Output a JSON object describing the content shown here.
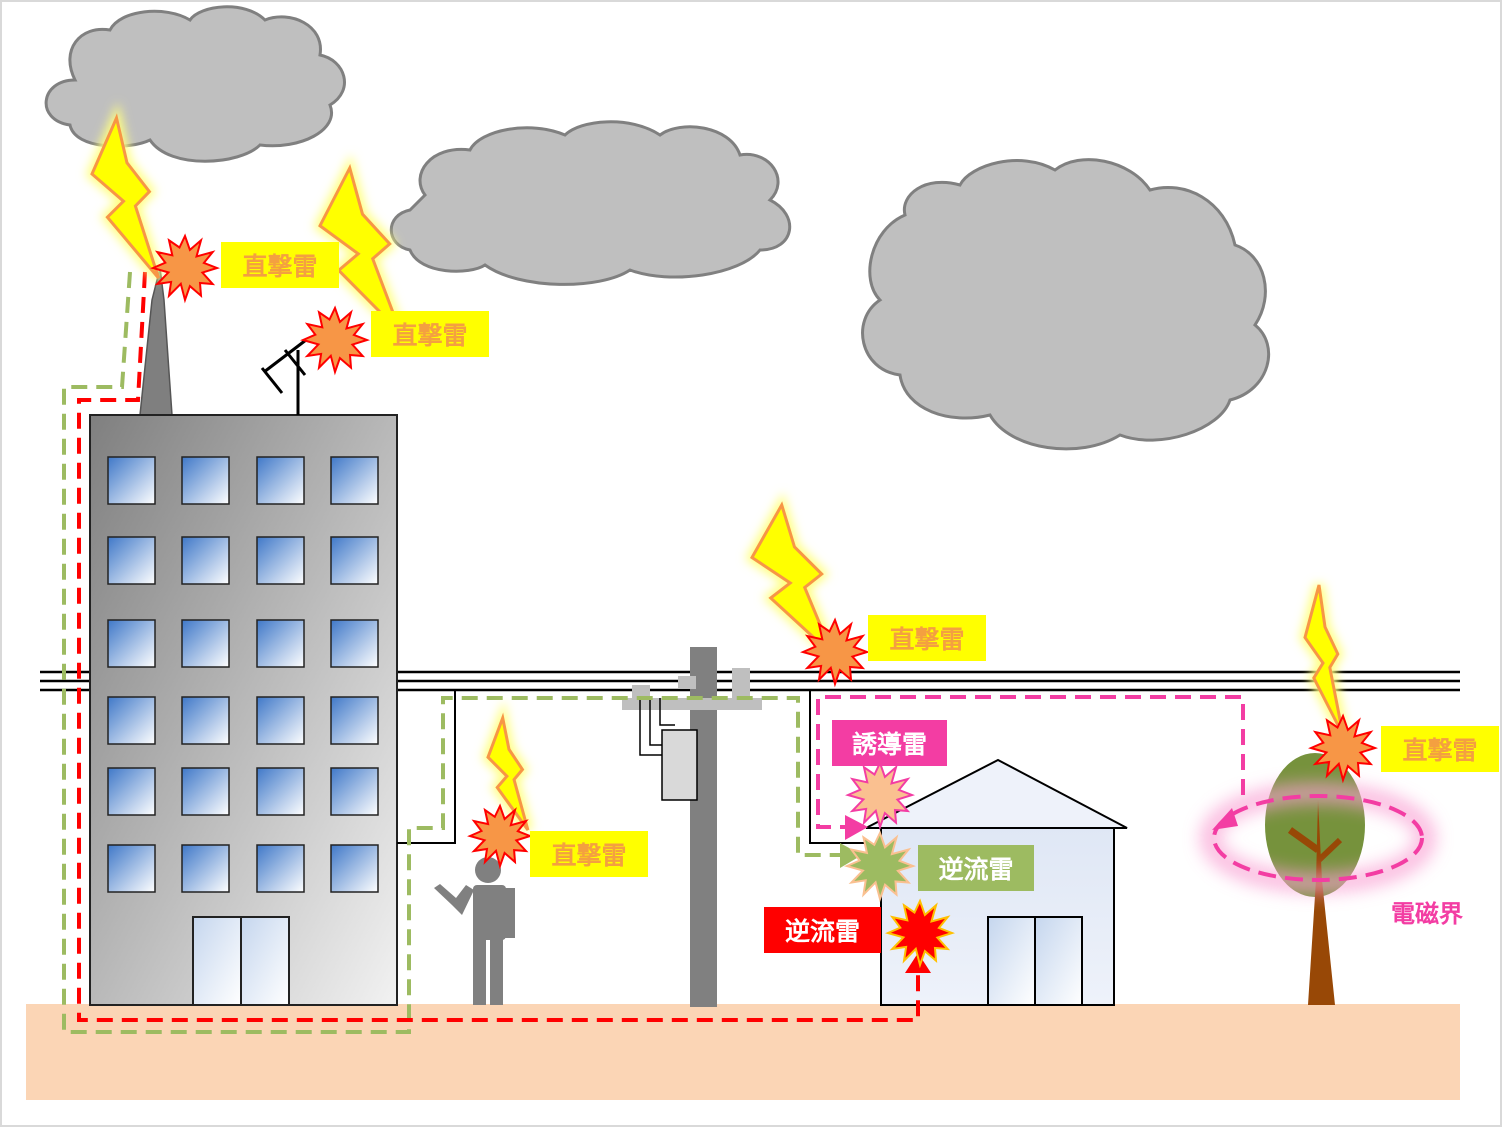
{
  "colors": {
    "cloud": "#bfbfbf",
    "ground": "#fbd5b5",
    "bolt": "#ffff00",
    "burst": "#f79646",
    "direct_label_bg": "#ffff00",
    "direct_label_text": "#f4a040",
    "induced": "#f33da3",
    "backflow_green": "#9dbb61",
    "backflow_red": "#ff0000"
  },
  "labels": {
    "direct_building": "直撃雷",
    "direct_antenna": "直撃雷",
    "direct_wire": "直撃雷",
    "direct_person": "直撃雷",
    "direct_tree": "直撃雷",
    "induced": "誘導雷",
    "backflow_green": "逆流雷",
    "backflow_red": "逆流雷",
    "em_field": "電磁界"
  },
  "icons": [
    "cloud-icon",
    "lightning-bolt-icon",
    "impact-burst-icon",
    "building-icon",
    "antenna-icon",
    "person-icon",
    "utility-pole-icon",
    "house-icon",
    "tree-icon"
  ]
}
